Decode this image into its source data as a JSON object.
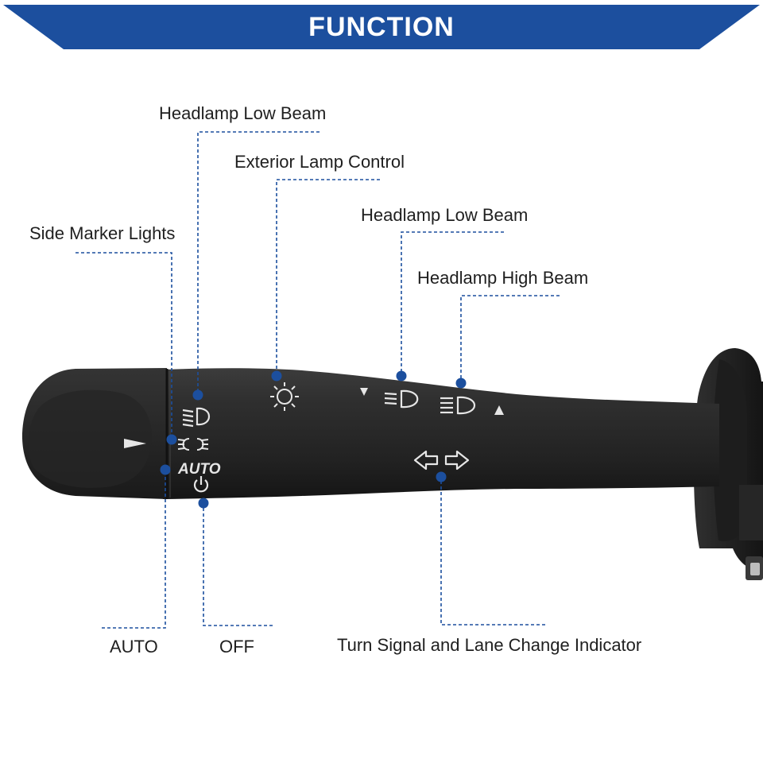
{
  "header": {
    "title": "FUNCTION"
  },
  "lever": {
    "auto_text": "AUTO"
  },
  "callouts": {
    "headlamp_low_beam_top": "Headlamp Low Beam",
    "exterior_lamp_control": "Exterior Lamp Control",
    "side_marker_lights": "Side Marker Lights",
    "headlamp_low_beam_right": "Headlamp Low Beam",
    "headlamp_high_beam": "Headlamp High Beam",
    "auto": "AUTO",
    "off": "OFF",
    "turn_signal": "Turn Signal and Lane Change Indicator"
  },
  "colors": {
    "banner": "#1c4f9e",
    "leader": "#1c4f9e",
    "lever": "#2b2b2b",
    "symbol": "#e6e6e6"
  }
}
